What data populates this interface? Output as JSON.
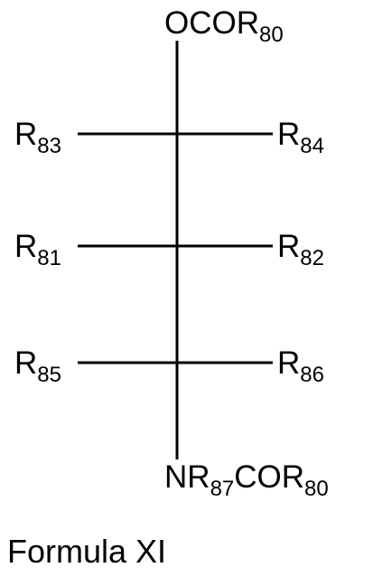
{
  "structure": {
    "top_group": {
      "main": "OCOR",
      "sub": "80"
    },
    "bottom_group": {
      "p1": "NR",
      "s1": "87",
      "p2": "COR",
      "s2": "80"
    },
    "rows": [
      {
        "left": {
          "main": "R",
          "sub": "83"
        },
        "right": {
          "main": "R",
          "sub": "84"
        }
      },
      {
        "left": {
          "main": "R",
          "sub": "81"
        },
        "right": {
          "main": "R",
          "sub": "82"
        }
      },
      {
        "left": {
          "main": "R",
          "sub": "85"
        },
        "right": {
          "main": "R",
          "sub": "86"
        }
      }
    ]
  },
  "caption": "Formula XI"
}
